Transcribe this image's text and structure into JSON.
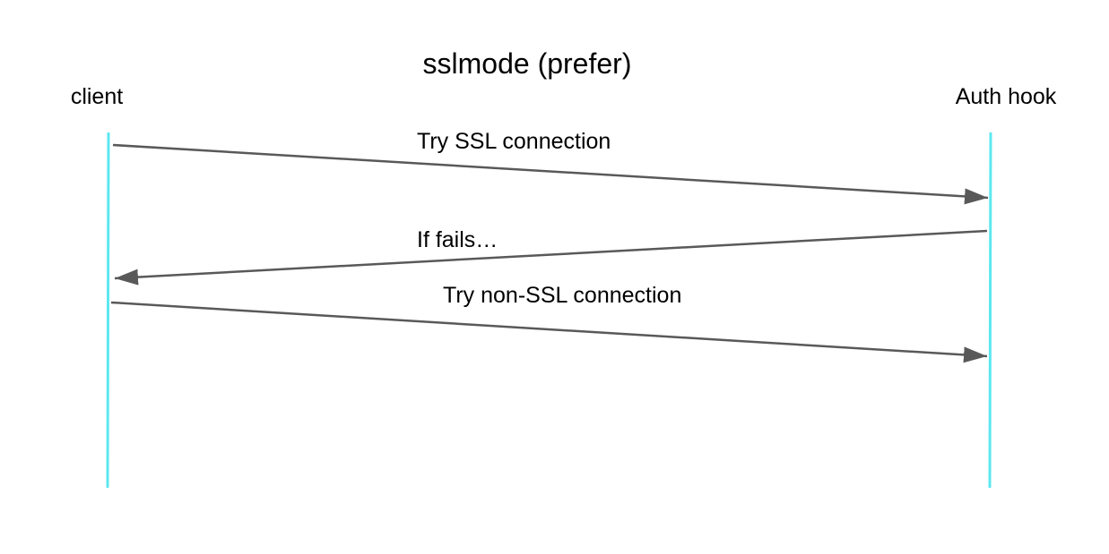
{
  "diagram": {
    "title": "sslmode (prefer)",
    "actors": {
      "left": "client",
      "right": "Auth hook"
    },
    "messages": [
      {
        "label": "Try SSL  connection",
        "from": "client",
        "to": "Auth hook"
      },
      {
        "label": "If fails…",
        "from": "Auth hook",
        "to": "client"
      },
      {
        "label": "Try non-SSL  connection",
        "from": "client",
        "to": "Auth hook"
      }
    ]
  },
  "colors": {
    "lifeline": "#5ce8f0",
    "arrow": "#595959",
    "text": "#000000",
    "background": "#ffffff"
  }
}
